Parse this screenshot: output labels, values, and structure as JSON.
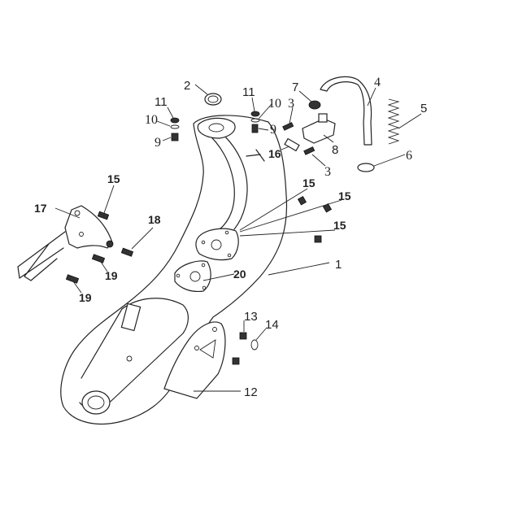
{
  "diagram": {
    "title": "Exhaust muffler assembly exploded view",
    "labels": {
      "p1": "1",
      "p2": "2",
      "p3a": "3",
      "p3b": "3",
      "p4": "4",
      "p5": "5",
      "p6": "6",
      "p7": "7",
      "p8": "8",
      "p9a": "9",
      "p9b": "9",
      "p10a": "10",
      "p10b": "10",
      "p11a": "11",
      "p11b": "11",
      "p12": "12",
      "p13": "13",
      "p14": "14",
      "p15a": "15",
      "p15b": "15",
      "p15c": "15",
      "p15d": "15",
      "p16": "16",
      "p17": "17",
      "p18": "18",
      "p19a": "19",
      "p19b": "19",
      "p20": "20"
    }
  }
}
